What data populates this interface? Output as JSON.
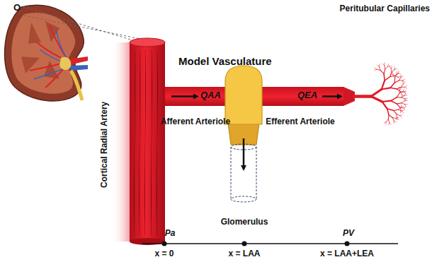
{
  "diagram": {
    "title": "Model Vasculature",
    "nodes": [
      {
        "text": [
          "Cortical Radial Artery"
        ]
      },
      {
        "text": [
          "QAA",
          "Afferent Arteriole"
        ]
      },
      {
        "text": [
          "QEA",
          "Efferent Arteriole"
        ]
      }
    ],
    "labels": [
      "O",
      "Glomerulus",
      "Peritubular Capillaries",
      "Pa",
      "PV",
      "x = 0",
      "x = LAA",
      "x = LAA+LEA"
    ]
  }
}
